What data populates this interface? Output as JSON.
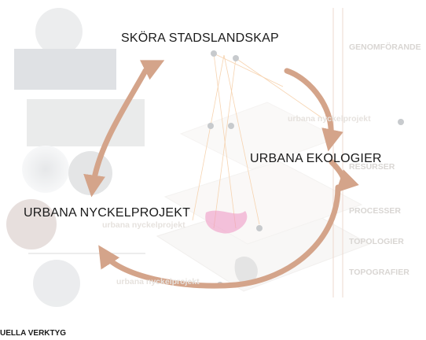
{
  "labels": {
    "top": "SKÖRA STADSLANDSKAP",
    "right": "URBANA EKOLOGIER",
    "left": "URBANA NYCKELPROJEKT",
    "footer": "UELLA VERKTYG"
  },
  "side_headings": {
    "genomforande": "GENOMFÖRANDE",
    "resurser": "RESURSER",
    "processer": "PROCESSER",
    "topologier": "TOPOLOGIER",
    "topografier": "TOPOGRAFIER"
  },
  "ghost_titles": {
    "right": "urbana nyckelprojekt",
    "left": "urbana nyckelprojekt",
    "bottom": "urbana nyckelprojekt"
  },
  "colors": {
    "arrow": "#d4a48a",
    "main_text": "#1a1a1a",
    "faded_text": "#d9d6d3",
    "accent_magenta": "#e23a8f",
    "accent_orange": "#f0b070"
  }
}
